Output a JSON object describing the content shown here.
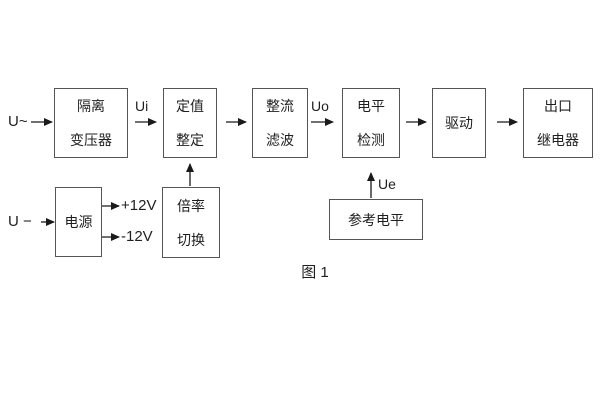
{
  "figure_caption": "图 1",
  "blocks": {
    "isolation_transformer": {
      "line1": "隔离",
      "line2": "变压器"
    },
    "value_setting": {
      "line1": "定值",
      "line2": "整定"
    },
    "rectify_filter": {
      "line1": "整流",
      "line2": "滤波"
    },
    "level_detect": {
      "line1": "电平",
      "line2": "检测"
    },
    "drive": {
      "line1": "驱动"
    },
    "output_relay": {
      "line1": "出口",
      "line2": "继电器"
    },
    "power_supply": {
      "line1": "电源"
    },
    "ratio_switch": {
      "line1": "倍率",
      "line2": "切换"
    },
    "reference_level": {
      "line1": "参考电平"
    }
  },
  "signals": {
    "ac_input": "U~",
    "dc_input": "U −",
    "ui": "Ui",
    "uo": "Uo",
    "ue": "Ue",
    "rail_pos": "+12V",
    "rail_neg": "-12V"
  },
  "colors": {
    "background": "#ffffff",
    "box_fill": "#ffffff",
    "box_border": "#555555",
    "text": "#1f1f1f",
    "arrow": "#1a1a1a"
  }
}
